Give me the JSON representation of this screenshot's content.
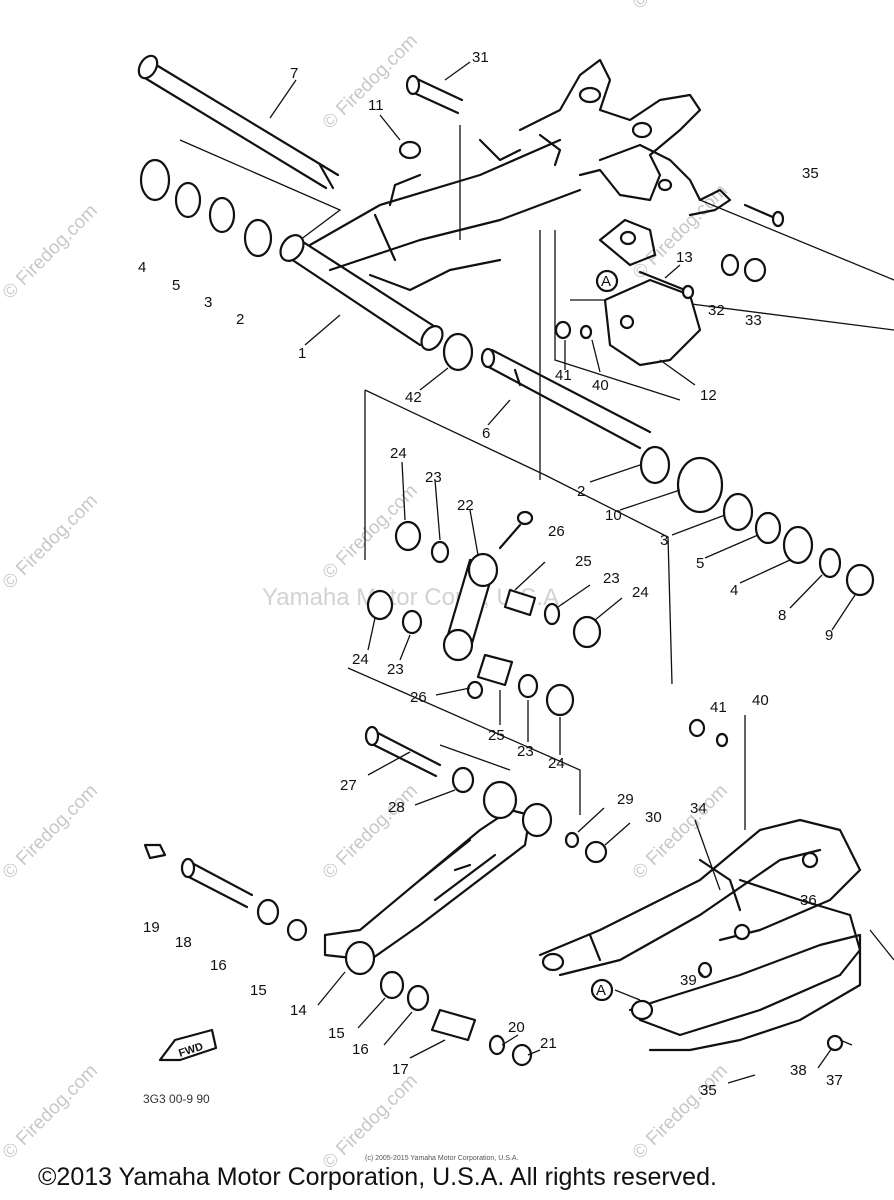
{
  "callouts": [
    "1",
    "2",
    "3",
    "4",
    "5",
    "6",
    "7",
    "8",
    "9",
    "10",
    "11",
    "12",
    "13",
    "14",
    "15",
    "16",
    "17",
    "18",
    "19",
    "20",
    "21",
    "22",
    "23",
    "24",
    "25",
    "26",
    "27",
    "28",
    "29",
    "30",
    "31",
    "32",
    "33",
    "34",
    "35",
    "36",
    "37",
    "38",
    "39",
    "40",
    "41",
    "42",
    "A"
  ],
  "watermark": {
    "site": "© Firedog.com",
    "center": "Yamaha Motor Corp., U.S.A."
  },
  "diagram_code": "3G3 00-9 90",
  "fwd_label": "FWD",
  "fine_print": "(c) 2005-2015 Yamaha Motor Corporation, U.S.A.",
  "copyright": "©2013 Yamaha Motor Corporation, U.S.A. All rights reserved.",
  "colors": {
    "ink": "#111111",
    "watermark": "#c8c8c8",
    "background": "#ffffff"
  }
}
